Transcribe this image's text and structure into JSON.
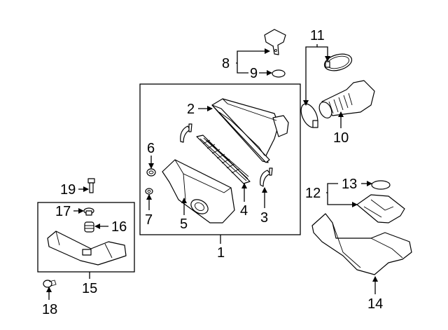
{
  "diagram": {
    "title": "Air intake / air cleaner assembly parts diagram",
    "callouts": [
      {
        "id": "1",
        "label": "1",
        "part": "air-cleaner-assembly"
      },
      {
        "id": "2",
        "label": "2",
        "part": "upper-housing"
      },
      {
        "id": "3",
        "label": "3",
        "part": "clip"
      },
      {
        "id": "4",
        "label": "4",
        "part": "filter-element"
      },
      {
        "id": "5",
        "label": "5",
        "part": "lower-housing"
      },
      {
        "id": "6",
        "label": "6",
        "part": "grommet"
      },
      {
        "id": "7",
        "label": "7",
        "part": "insulator"
      },
      {
        "id": "8",
        "label": "8",
        "part": "airflow-sensor"
      },
      {
        "id": "9",
        "label": "9",
        "part": "o-ring"
      },
      {
        "id": "10",
        "label": "10",
        "part": "intake-hose"
      },
      {
        "id": "11",
        "label": "11",
        "part": "hose-clamps"
      },
      {
        "id": "12",
        "label": "12",
        "part": "bracket"
      },
      {
        "id": "13",
        "label": "13",
        "part": "cap"
      },
      {
        "id": "14",
        "label": "14",
        "part": "air-duct"
      },
      {
        "id": "15",
        "label": "15",
        "part": "inlet-tube"
      },
      {
        "id": "16",
        "label": "16",
        "part": "insulator"
      },
      {
        "id": "17",
        "label": "17",
        "part": "grommet"
      },
      {
        "id": "18",
        "label": "18",
        "part": "clip"
      },
      {
        "id": "19",
        "label": "19",
        "part": "bolt"
      }
    ]
  }
}
